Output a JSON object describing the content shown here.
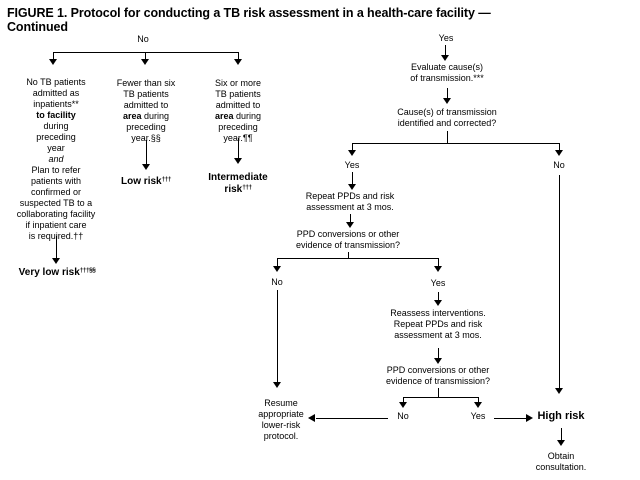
{
  "figure": {
    "title": "FIGURE 1. Protocol for conducting a TB risk assessment in a health-care facility —\nContinued"
  },
  "branch_labels": {
    "no_top": "No",
    "yes_top": "Yes",
    "yes_corrected": "Yes",
    "no_corrected": "No",
    "no_conversion_1": "No",
    "yes_conversion_1": "Yes",
    "no_conversion_2": "No",
    "yes_conversion_2": "Yes"
  },
  "nodes": {
    "no_tb_patients": {
      "before_bold": "No TB patients\nadmitted as\ninpatients**\n",
      "bold": "to facility",
      "middle": "\nduring\npreceding\nyear\n",
      "italic": "and",
      "after": "\nPlan to refer\npatients with\nconfirmed or\nsuspected TB to a\ncollaborating facility\nif inpatient care\nis required.††"
    },
    "fewer_than_six": {
      "before_bold": "Fewer than six\nTB patients\nadmitted to\n",
      "bold": "area",
      "after": " during\npreceding\nyear.§§"
    },
    "six_or_more": {
      "before_bold": "Six or more\nTB patients\nadmitted to\n",
      "bold": "area",
      "after": " during\npreceding\nyear.¶¶"
    },
    "evaluate": "Evaluate cause(s)\nof transmission.***",
    "cause_identified": "Cause(s) of transmission\nidentified and corrected?",
    "repeat_ppds": "Repeat PPDs and risk\nassessment at 3 mos.",
    "ppd_conversions_1": "PPD conversions or other\nevidence of transmission?",
    "reassess": "Reassess interventions.\nRepeat PPDs and risk\nassessment at 3 mos.",
    "ppd_conversions_2": "PPD conversions or other\nevidence of transmission?",
    "resume": "Resume\nappropriate\nlower-risk\nprotocol.",
    "obtain": "Obtain\nconsultation."
  },
  "risk_categories": {
    "very_low": {
      "label": "Very low risk",
      "footnote": "†††§§"
    },
    "low": {
      "label": "Low risk",
      "footnote": "†††"
    },
    "intermediate": {
      "line1": "Intermediate",
      "line2": "risk",
      "footnote": "†††"
    },
    "high": {
      "label": "High risk"
    }
  },
  "colors": {
    "ink": "#000000",
    "background": "#ffffff"
  }
}
